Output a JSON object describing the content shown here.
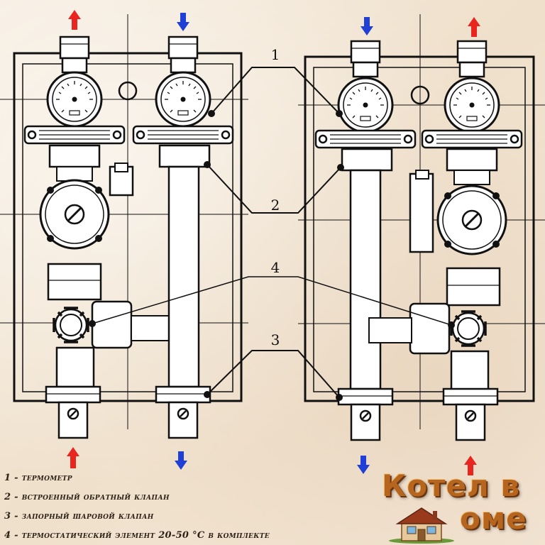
{
  "callouts": [
    "1",
    "2",
    "3",
    "4"
  ],
  "legend": [
    "1 - термометр",
    "2 - встроенный обратный клапан",
    "3 - запорный шаровой клапан",
    "4 - термостатический элемент 20-50 °C в комплекте"
  ],
  "logo": {
    "line1": "Котел в",
    "line2": "оме",
    "house_icon": "house-icon"
  },
  "colors": {
    "hot_arrow": "#e8261f",
    "cold_arrow": "#1f3fd6",
    "ink": "#1c1c1c",
    "logo_orange": "#b5651d"
  },
  "flow_arrows": {
    "top": [
      "up",
      "down",
      "down",
      "up"
    ],
    "bottom": [
      "up",
      "down",
      "down",
      "up"
    ]
  }
}
